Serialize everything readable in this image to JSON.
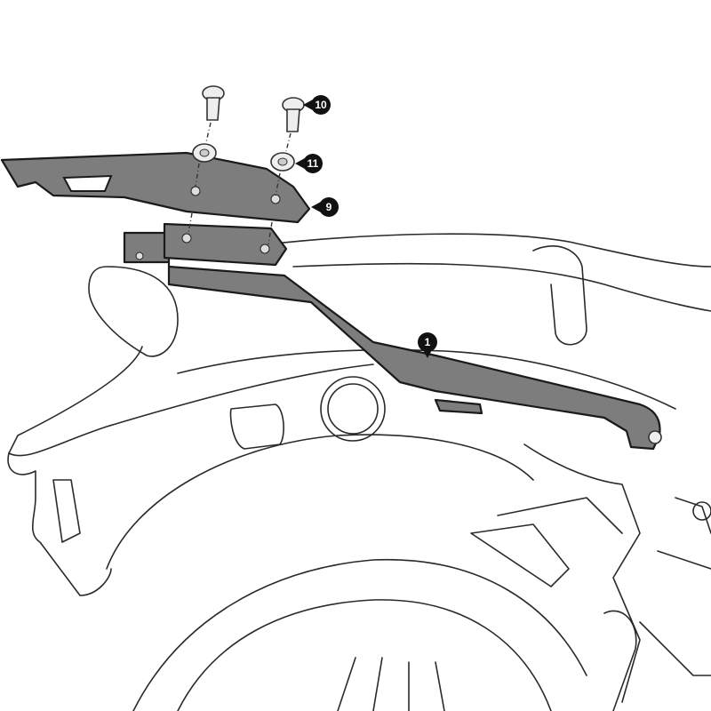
{
  "diagram": {
    "callouts": [
      {
        "id": "label-10",
        "text": "10"
      },
      {
        "id": "label-11",
        "text": "11"
      },
      {
        "id": "label-9",
        "text": "9"
      },
      {
        "id": "label-1",
        "text": "1"
      }
    ],
    "colors": {
      "part_fill": "#7d7d7d",
      "outline": "#1a1a1a",
      "callout": "#111111"
    }
  }
}
